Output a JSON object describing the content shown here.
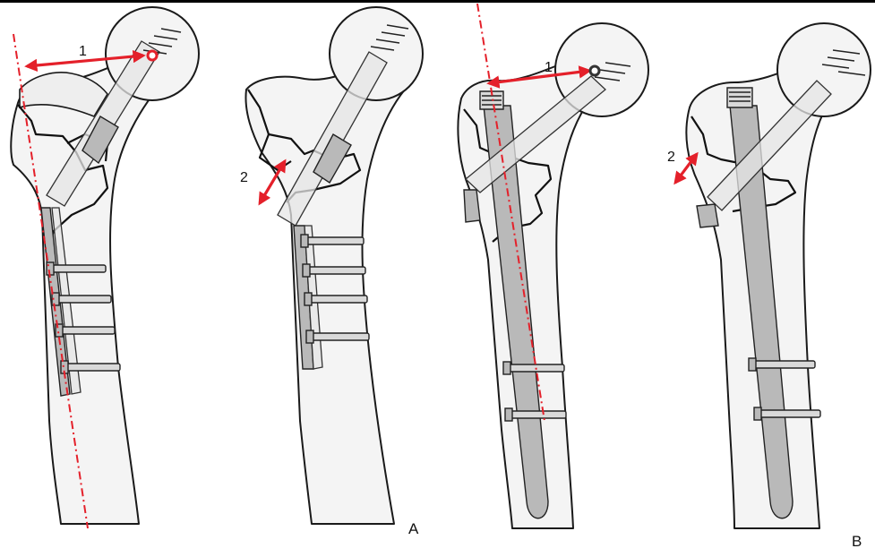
{
  "figure": {
    "panel_labels": [
      "A",
      "B"
    ],
    "measurement_labels": [
      "1",
      "2",
      "1",
      "2"
    ],
    "colors": {
      "arrow": "#e4202a",
      "axis_line": "#e4202a",
      "bone_fill": "#f4f4f4",
      "implant_fill": "#d9d9d9",
      "outline": "#1a1a1a"
    },
    "icons": [
      "double-headed-arrow",
      "dash-dot-axis-line",
      "screw",
      "plate",
      "nail"
    ]
  }
}
